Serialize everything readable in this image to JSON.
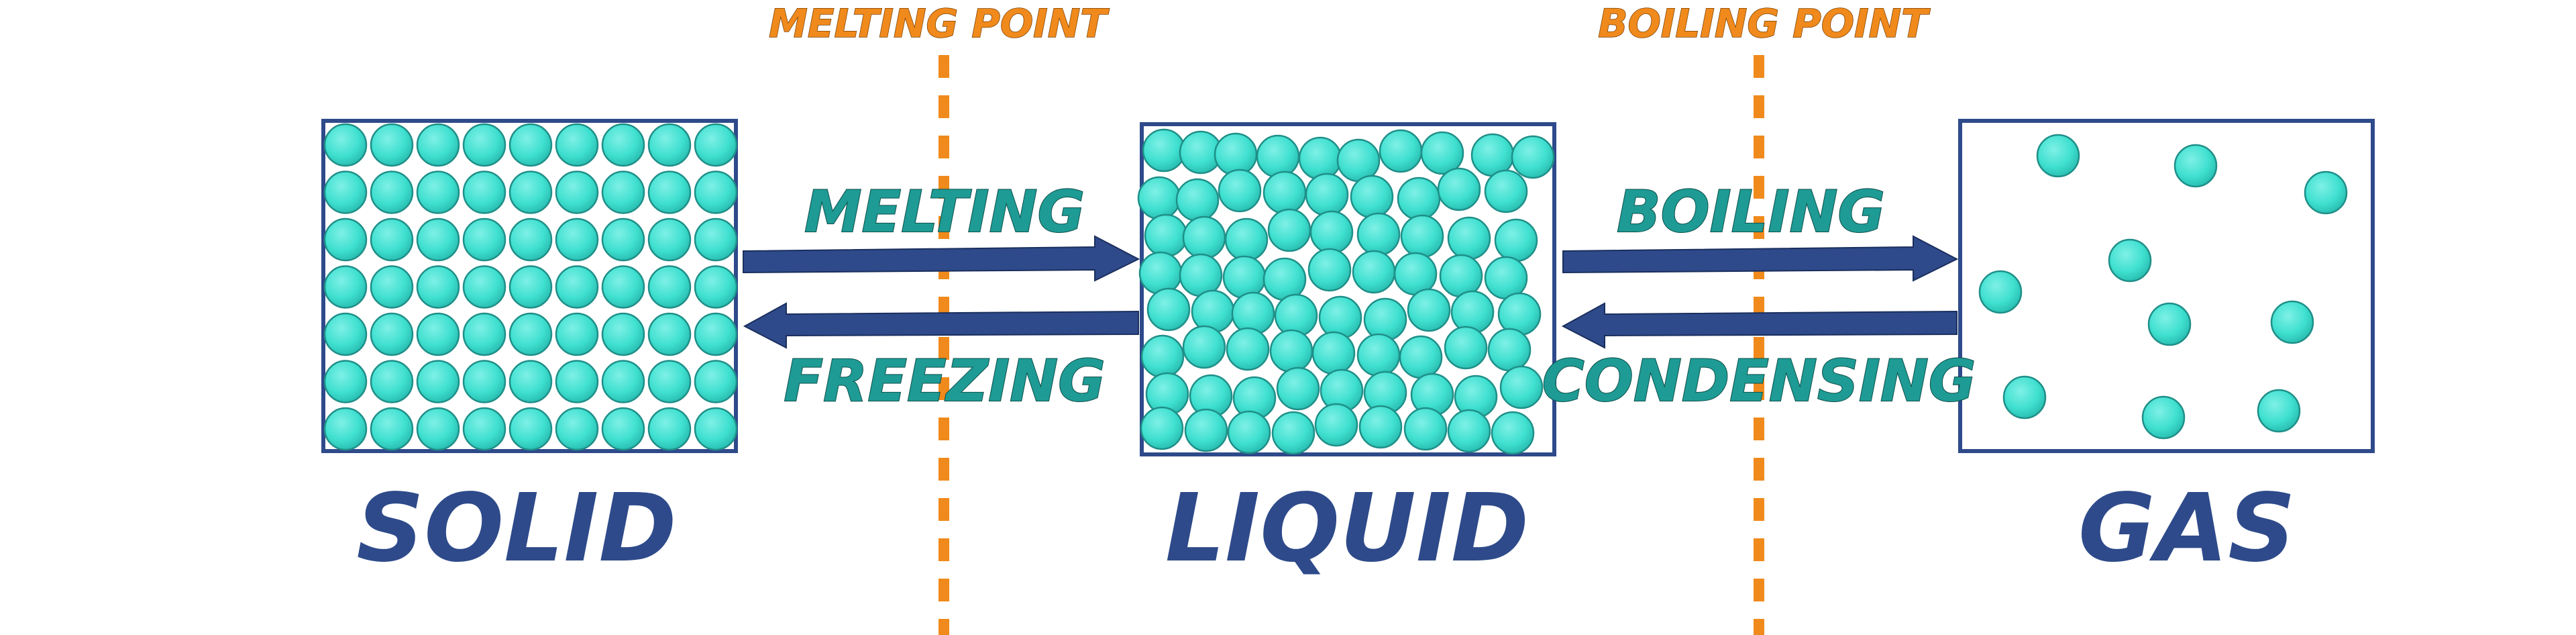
{
  "thresholds": {
    "melting_point": "MELTING POINT",
    "boiling_point": "BOILING POINT"
  },
  "processes": {
    "melting": "MELTING",
    "freezing": "FREEZING",
    "boiling": "BOILING",
    "condensing": "CONDENSING"
  },
  "states": {
    "solid": "SOLID",
    "liquid": "LIQUID",
    "gas": "GAS"
  },
  "colors": {
    "particle_fill": "#3fe0d0",
    "particle_stroke": "#1f8f88",
    "box_border": "#2e4a8a",
    "arrow_fill": "#2e4a8a",
    "threshold_line": "#f08a1c",
    "state_text": "#2e4a8a",
    "process_text": "#1e9b94"
  },
  "icons": {
    "particle": "sphere-icon",
    "arrow_right": "arrow-right-icon",
    "arrow_left": "arrow-left-icon"
  }
}
